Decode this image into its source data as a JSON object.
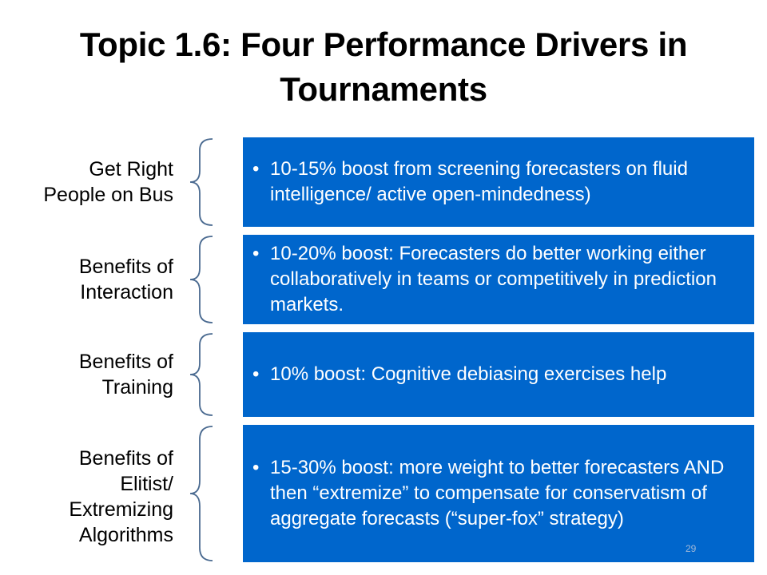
{
  "slide": {
    "title": "Topic 1.6: Four Performance Drivers in Tournaments",
    "page_number": "29",
    "accent_color": "#0066cc",
    "brace_color": "#4a6a90"
  },
  "rows": [
    {
      "label_lines": [
        "Get  Right",
        "People on Bus"
      ],
      "bullet": "•",
      "text": "10-15% boost from screening forecasters on fluid intelligence/ active open-mindedness)"
    },
    {
      "label_lines": [
        "Benefits of",
        "Interaction"
      ],
      "bullet": "•",
      "text": "10-20% boost: Forecasters do better working either collaboratively in teams or competitively in prediction markets."
    },
    {
      "label_lines": [
        "Benefits of",
        "Training"
      ],
      "bullet": "•",
      "text": "10% boost:  Cognitive debiasing exercises help"
    },
    {
      "label_lines": [
        "Benefits of",
        "Elitist/",
        "Extremizing",
        "Algorithms"
      ],
      "bullet": "•",
      "text": "15-30% boost: more weight to better forecasters AND then  “extremize”  to compensate for conservatism of aggregate forecasts (“super-fox” strategy)"
    }
  ]
}
